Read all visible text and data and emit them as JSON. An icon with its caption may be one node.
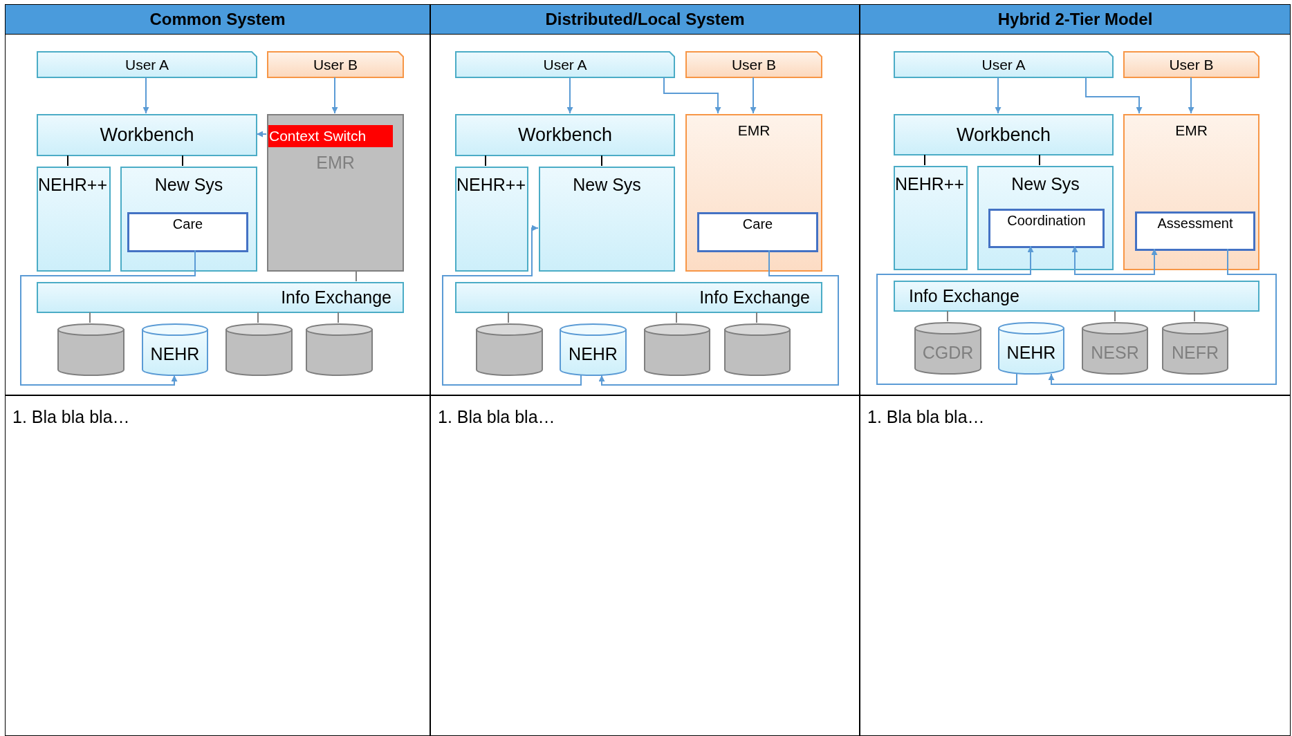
{
  "diagram": {
    "nodes": [
      {
        "text": [
          "Common System"
        ]
      },
      {
        "text": [
          "User A"
        ],
        "in": 0
      },
      {
        "text": [
          "User B"
        ],
        "in": 0
      },
      {
        "text": [
          "Workbench"
        ],
        "in": 0
      },
      {
        "text": [
          "EMR"
        ],
        "in": 0
      },
      {
        "text": [
          "Context Switch"
        ],
        "in": 4
      },
      {
        "text": [
          "NEHR++"
        ],
        "in": 0
      },
      {
        "text": [
          "New Sys"
        ],
        "in": 0
      },
      {
        "text": [
          "Care"
        ],
        "in": 7
      },
      {
        "text": [
          "Info Exchange"
        ],
        "in": 0
      },
      {
        "text": [],
        "shape": "cylinder",
        "in": 0
      },
      {
        "text": [
          "NEHR"
        ],
        "in": 0
      },
      {
        "text": [],
        "shape": "cylinder",
        "in": 0
      },
      {
        "text": [],
        "shape": "cylinder",
        "in": 0
      },
      {
        "text": [
          "1. Bla bla bla…"
        ]
      },
      {
        "text": [
          "Distributed/Local System"
        ]
      },
      {
        "text": [
          "User A"
        ],
        "in": 15
      },
      {
        "text": [
          "User B"
        ],
        "in": 15
      },
      {
        "text": [
          "Workbench"
        ],
        "in": 15
      },
      {
        "text": [
          "EMR"
        ],
        "in": 15
      },
      {
        "text": [
          "NEHR++"
        ],
        "in": 15
      },
      {
        "text": [
          "New Sys"
        ],
        "in": 15
      },
      {
        "text": [
          "Care"
        ],
        "in": 19
      },
      {
        "text": [
          "Info Exchange"
        ],
        "in": 15
      },
      {
        "text": [],
        "shape": "cylinder",
        "in": 15
      },
      {
        "text": [
          "NEHR"
        ],
        "in": 15
      },
      {
        "text": [],
        "shape": "cylinder",
        "in": 15
      },
      {
        "text": [],
        "shape": "cylinder",
        "in": 15
      },
      {
        "text": [
          "1. Bla bla bla…"
        ]
      },
      {
        "text": [
          "Hybrid 2-Tier Model"
        ]
      },
      {
        "text": [
          "User A"
        ],
        "in": 29
      },
      {
        "text": [
          "User B"
        ],
        "in": 29
      },
      {
        "text": [
          "Workbench"
        ],
        "in": 29
      },
      {
        "text": [
          "EMR"
        ],
        "in": 29
      },
      {
        "text": [
          "NEHR++"
        ],
        "in": 29
      },
      {
        "text": [
          "New Sys"
        ],
        "in": 29
      },
      {
        "text": [
          "Coordination"
        ],
        "in": 35
      },
      {
        "text": [
          "Assessment"
        ],
        "in": 33
      },
      {
        "text": [
          "Info Exchange"
        ],
        "in": 29
      },
      {
        "text": [
          "CGDR"
        ],
        "in": 29
      },
      {
        "text": [
          "NEHR"
        ],
        "in": 29
      },
      {
        "text": [
          "NESR"
        ],
        "in": 29
      },
      {
        "text": [
          "NEFR"
        ],
        "in": 29
      },
      {
        "text": [
          "1. Bla bla bla…"
        ]
      }
    ],
    "edges": [
      {
        "from": 1,
        "to": 3,
        "arrow": "to"
      },
      {
        "from": 2,
        "to": 4,
        "arrow": "to"
      },
      {
        "from": 5,
        "to": 3,
        "arrow": "to"
      },
      {
        "from": 3,
        "to": 6,
        "arrow": "none",
        "color": "#000000"
      },
      {
        "from": 3,
        "to": 7,
        "arrow": "none",
        "color": "#000000"
      },
      {
        "from": 8,
        "to": 11,
        "arrow": "to"
      },
      {
        "from": 4,
        "to": 9,
        "arrow": "none",
        "color": "#808080"
      },
      {
        "from": 9,
        "to": 10,
        "arrow": "none",
        "color": "#808080"
      },
      {
        "from": 9,
        "to": 12,
        "arrow": "none",
        "color": "#808080"
      },
      {
        "from": 9,
        "to": 13,
        "arrow": "none",
        "color": "#808080"
      },
      {
        "from": 16,
        "to": 18,
        "arrow": "to"
      },
      {
        "from": 16,
        "to": 19,
        "arrow": "to"
      },
      {
        "from": 17,
        "to": 19,
        "arrow": "to"
      },
      {
        "from": 18,
        "to": 20,
        "arrow": "none",
        "color": "#000000"
      },
      {
        "from": 18,
        "to": 21,
        "arrow": "none",
        "color": "#000000"
      },
      {
        "from": 25,
        "to": 21,
        "arrow": "to"
      },
      {
        "from": 22,
        "to": 25,
        "arrow": "to"
      },
      {
        "from": 23,
        "to": 24,
        "arrow": "none",
        "color": "#808080"
      },
      {
        "from": 23,
        "to": 26,
        "arrow": "none",
        "color": "#808080"
      },
      {
        "from": 23,
        "to": 27,
        "arrow": "none",
        "color": "#808080"
      },
      {
        "from": 30,
        "to": 32,
        "arrow": "to"
      },
      {
        "from": 30,
        "to": 33,
        "arrow": "to"
      },
      {
        "from": 31,
        "to": 33,
        "arrow": "to"
      },
      {
        "from": 32,
        "to": 34,
        "arrow": "none",
        "color": "#000000"
      },
      {
        "from": 32,
        "to": 35,
        "arrow": "none",
        "color": "#000000"
      },
      {
        "from": 40,
        "to": 36,
        "arrow": "to"
      },
      {
        "from": 36,
        "to": 37,
        "arrow": "both"
      },
      {
        "from": 37,
        "to": 40,
        "arrow": "to"
      },
      {
        "from": 38,
        "to": 39,
        "arrow": "none",
        "color": "#808080"
      },
      {
        "from": 38,
        "to": 41,
        "arrow": "none",
        "color": "#808080"
      },
      {
        "from": 38,
        "to": 42,
        "arrow": "none",
        "color": "#808080"
      }
    ]
  }
}
